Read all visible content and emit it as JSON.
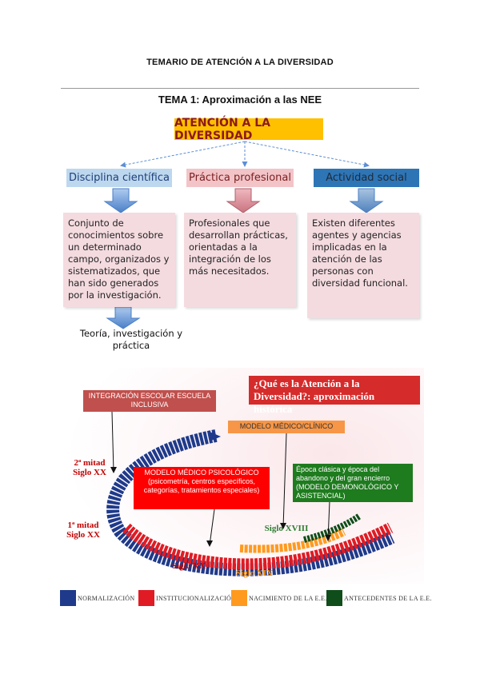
{
  "header": {
    "title": "TEMARIO DE ATENCIÓN A LA DIVERSIDAD"
  },
  "tema": {
    "title": "TEMA 1: Aproximación a las NEE"
  },
  "diagram": {
    "main": "ATENCIÓN A LA DIVERSIDAD",
    "categories": [
      {
        "label": "Disciplina científica",
        "description": "Conjunto de conocimientos sobre un determinado campo, organizados y sistematizados, que han sido generados por la investigación."
      },
      {
        "label": "Práctica profesional",
        "description": "Profesionales que desarrollan prácticas, orientadas a la integración de los más necesitados."
      },
      {
        "label": "Actividad social",
        "description": "Existen diferentes agentes y agencias implicadas en la atención de las personas con diversidad funcional."
      }
    ],
    "sub": "Teoría, investigación y práctica"
  },
  "history": {
    "title": "¿Qué es la Atención a la Diversidad?: aproximación histórica",
    "labels": {
      "integracion": "INTEGRACIÓN ESCOLAR ESCUELA INCLUSIVA",
      "medico_clinico": "MODELO MÉDICO/CLÍNICO",
      "medico_psicologico": "MODELO MÉDICO PSICOLÓGICO (psicometría, centros específicos, categorías, tratamientos especiales)",
      "epoca_clasica": "Época clásica y época del abandono y del gran encierro (MODELO DEMONOLÓGICO Y ASISTENCIAL)"
    },
    "centuries": {
      "mitad2_a": "2ª mitad",
      "mitad2_b": "Siglo XX",
      "mitad1_a": "1ª mitad",
      "mitad1_b": "Siglo XX",
      "xx": "Siglo XX",
      "xix": "Siglo XIX",
      "xviii": "Siglo XVIII"
    },
    "legend": [
      {
        "label": "NORMALIZACIÓN",
        "color": "#1f3a8a"
      },
      {
        "label": "INSTITUCIONALIZACIÓN",
        "color": "#e01b24"
      },
      {
        "label": "NACIMIENTO DE LA E.E.",
        "color": "#ff9a1f"
      },
      {
        "label": "ANTECEDENTES DE LA E.E.",
        "color": "#0f4d1a"
      }
    ]
  }
}
